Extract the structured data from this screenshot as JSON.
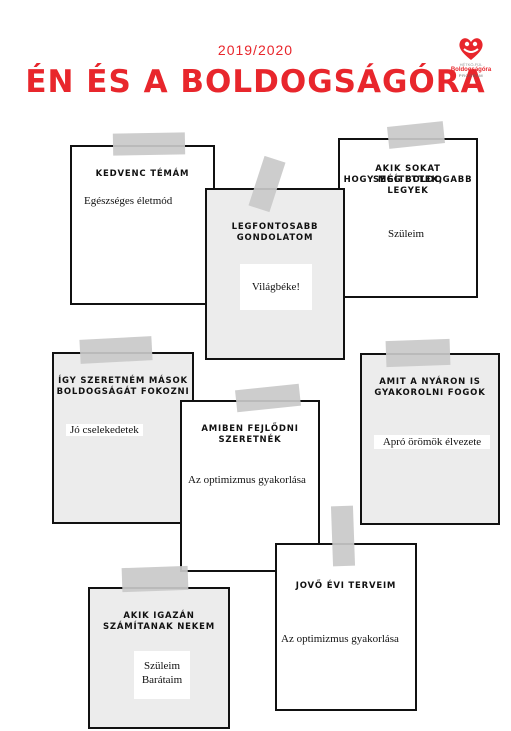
{
  "header": {
    "year": "2019/2020",
    "title": "ÉN ÉS A BOLDOGSÁGÓRA",
    "logo": {
      "line1": "HÉTKÖ-FÜL",
      "line2": "Boldogságóra",
      "line3": "PROGRAM",
      "icon": "heart-people-icon"
    }
  },
  "cards": {
    "kedvenc": {
      "title": "KEDVENC TÉMÁM",
      "answer": "Egészséges életmód"
    },
    "legfontosabb": {
      "title_line1": "LEGFONTOSABB",
      "title_line2": "GONDOLATOM",
      "answer": "Világbéke!"
    },
    "segitettek": {
      "title_line1": "AKIK SOKAT SEGÍTETTEK,",
      "title_line2": "HOGY MÉG BOLDOGABB",
      "title_line3": "LEGYEK",
      "answer": "Szüleim"
    },
    "igy": {
      "title_line1": "ÍGY SZERETNÉM MÁSOK",
      "title_line2": "BOLDOGSÁGÁT FOKOZNI",
      "answer": "Jó cselekedetek"
    },
    "amiben": {
      "title_line1": "AMIBEN FEJLŐDNI",
      "title_line2": "SZERETNÉK",
      "answer": "Az optimizmus gyakorlása"
    },
    "nyaron": {
      "title_line1": "AMIT A NYÁRON IS",
      "title_line2": "GYAKOROLNI FOGOK",
      "answer": "Apró örömök élvezete"
    },
    "akik_igazan": {
      "title_line1": "AKIK IGAZÁN",
      "title_line2": "SZÁMÍTANAK NEKEM",
      "answer_line1": "Szüleim",
      "answer_line2": "Barátaim"
    },
    "jovo": {
      "title": "JOVŐ ÉVI TERVEIM",
      "answer": "Az optimizmus gyakorlása"
    }
  },
  "colors": {
    "accent": "#e8262c",
    "tape": "#c9c9c9",
    "card_gray": "#ececec"
  }
}
